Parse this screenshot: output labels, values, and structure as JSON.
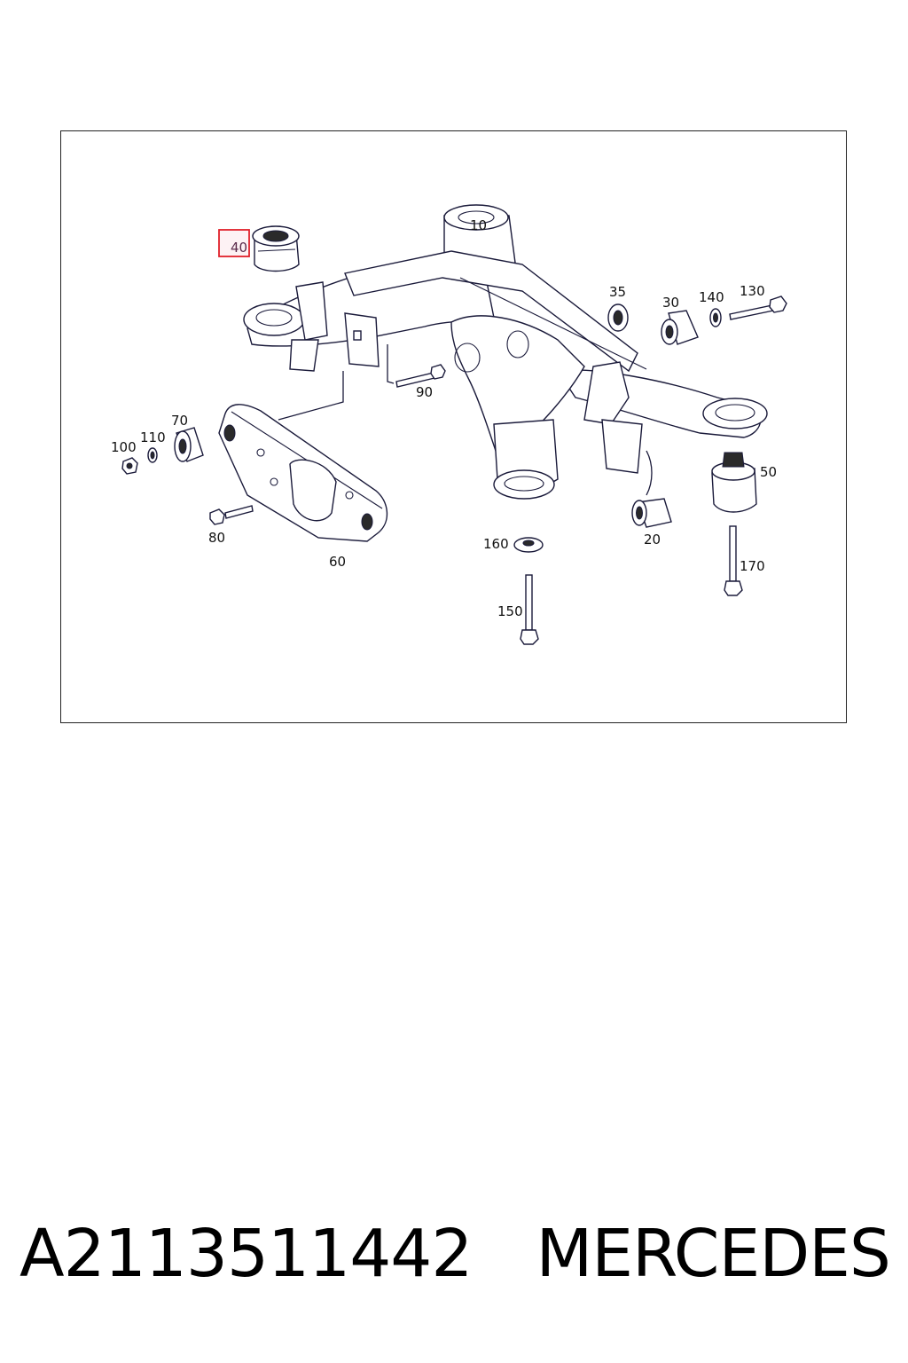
{
  "diagram": {
    "highlight_color": "#e0202a",
    "callouts": [
      {
        "id": "c10",
        "text": "10"
      },
      {
        "id": "c40",
        "text": "40",
        "highlighted": true
      },
      {
        "id": "c35",
        "text": "35"
      },
      {
        "id": "c30",
        "text": "30"
      },
      {
        "id": "c140",
        "text": "140"
      },
      {
        "id": "c130",
        "text": "130"
      },
      {
        "id": "c90",
        "text": "90"
      },
      {
        "id": "c70",
        "text": "70"
      },
      {
        "id": "c100",
        "text": "100"
      },
      {
        "id": "c110",
        "text": "110"
      },
      {
        "id": "c50",
        "text": "50"
      },
      {
        "id": "c80",
        "text": "80"
      },
      {
        "id": "c60",
        "text": "60"
      },
      {
        "id": "c160",
        "text": "160"
      },
      {
        "id": "c20",
        "text": "20"
      },
      {
        "id": "c170",
        "text": "170"
      },
      {
        "id": "c150",
        "text": "150"
      }
    ]
  },
  "caption": {
    "part_number": "A2113511442",
    "brand": "MERCEDES"
  }
}
